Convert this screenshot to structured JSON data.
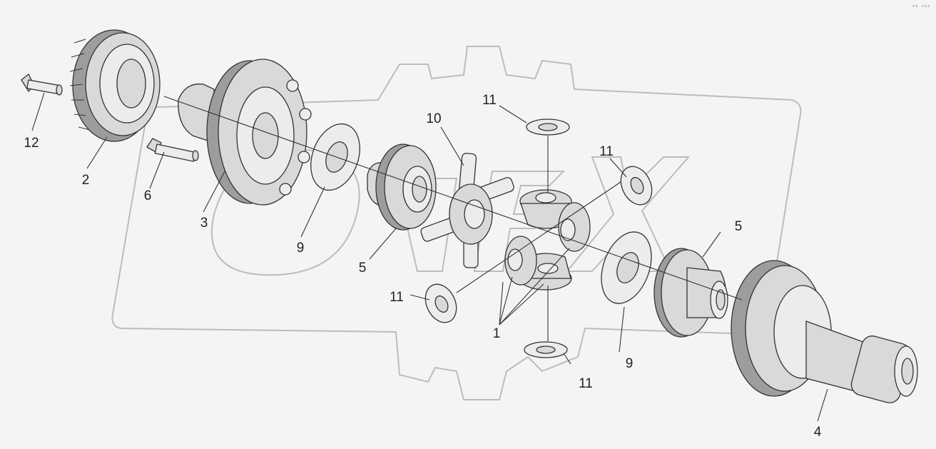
{
  "corner_mark": "ᴾᴳ ᵒᵒᵒ",
  "callouts": {
    "c12": "12",
    "c2": "2",
    "c6": "6",
    "c3": "3",
    "c9a": "9",
    "c5a": "5",
    "c10": "10",
    "c11a": "11",
    "c11b": "11",
    "c11c": "11",
    "c11d": "11",
    "c1": "1",
    "c9b": "9",
    "c5b": "5",
    "c4": "4"
  },
  "colors": {
    "line": "#333333",
    "fill": "#d9d9d9",
    "watermark": "#bcbcbc",
    "background": "#f4f4f4"
  }
}
